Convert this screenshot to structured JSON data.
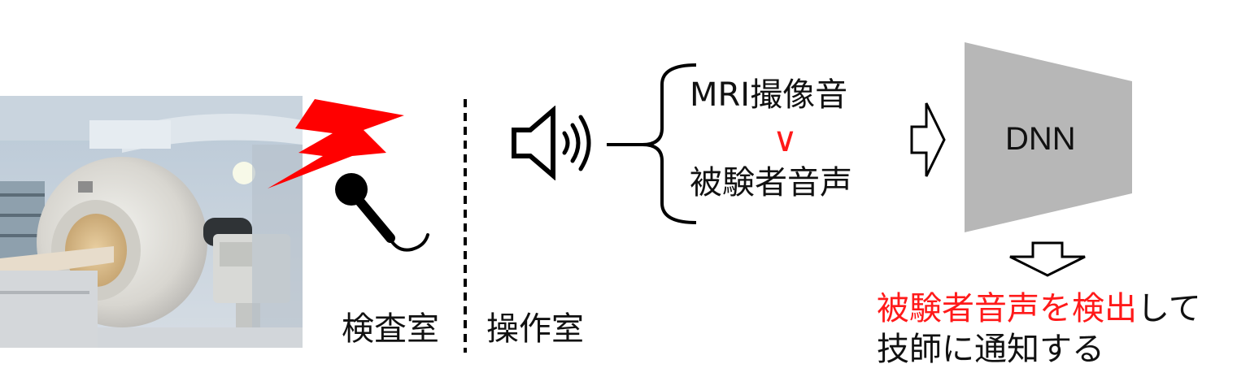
{
  "labels": {
    "exam_room": "検査室",
    "control_room": "操作室",
    "mri_sound": "MRI撮像音",
    "comparison": "∨",
    "subject_voice": "被験者音声",
    "dnn": "DNN",
    "result_red": "被験者音声を検出",
    "result_rest1": "して",
    "result_line2": "技師に通知する"
  },
  "colors": {
    "accent_red": "#ff1a1a",
    "dnn_gray": "#b7b7b7"
  },
  "icons": [
    "mri-scanner-photo",
    "lightning-bolt-icon",
    "microphone-icon",
    "speaker-icon",
    "arrow-right-icon",
    "arrow-down-icon"
  ]
}
